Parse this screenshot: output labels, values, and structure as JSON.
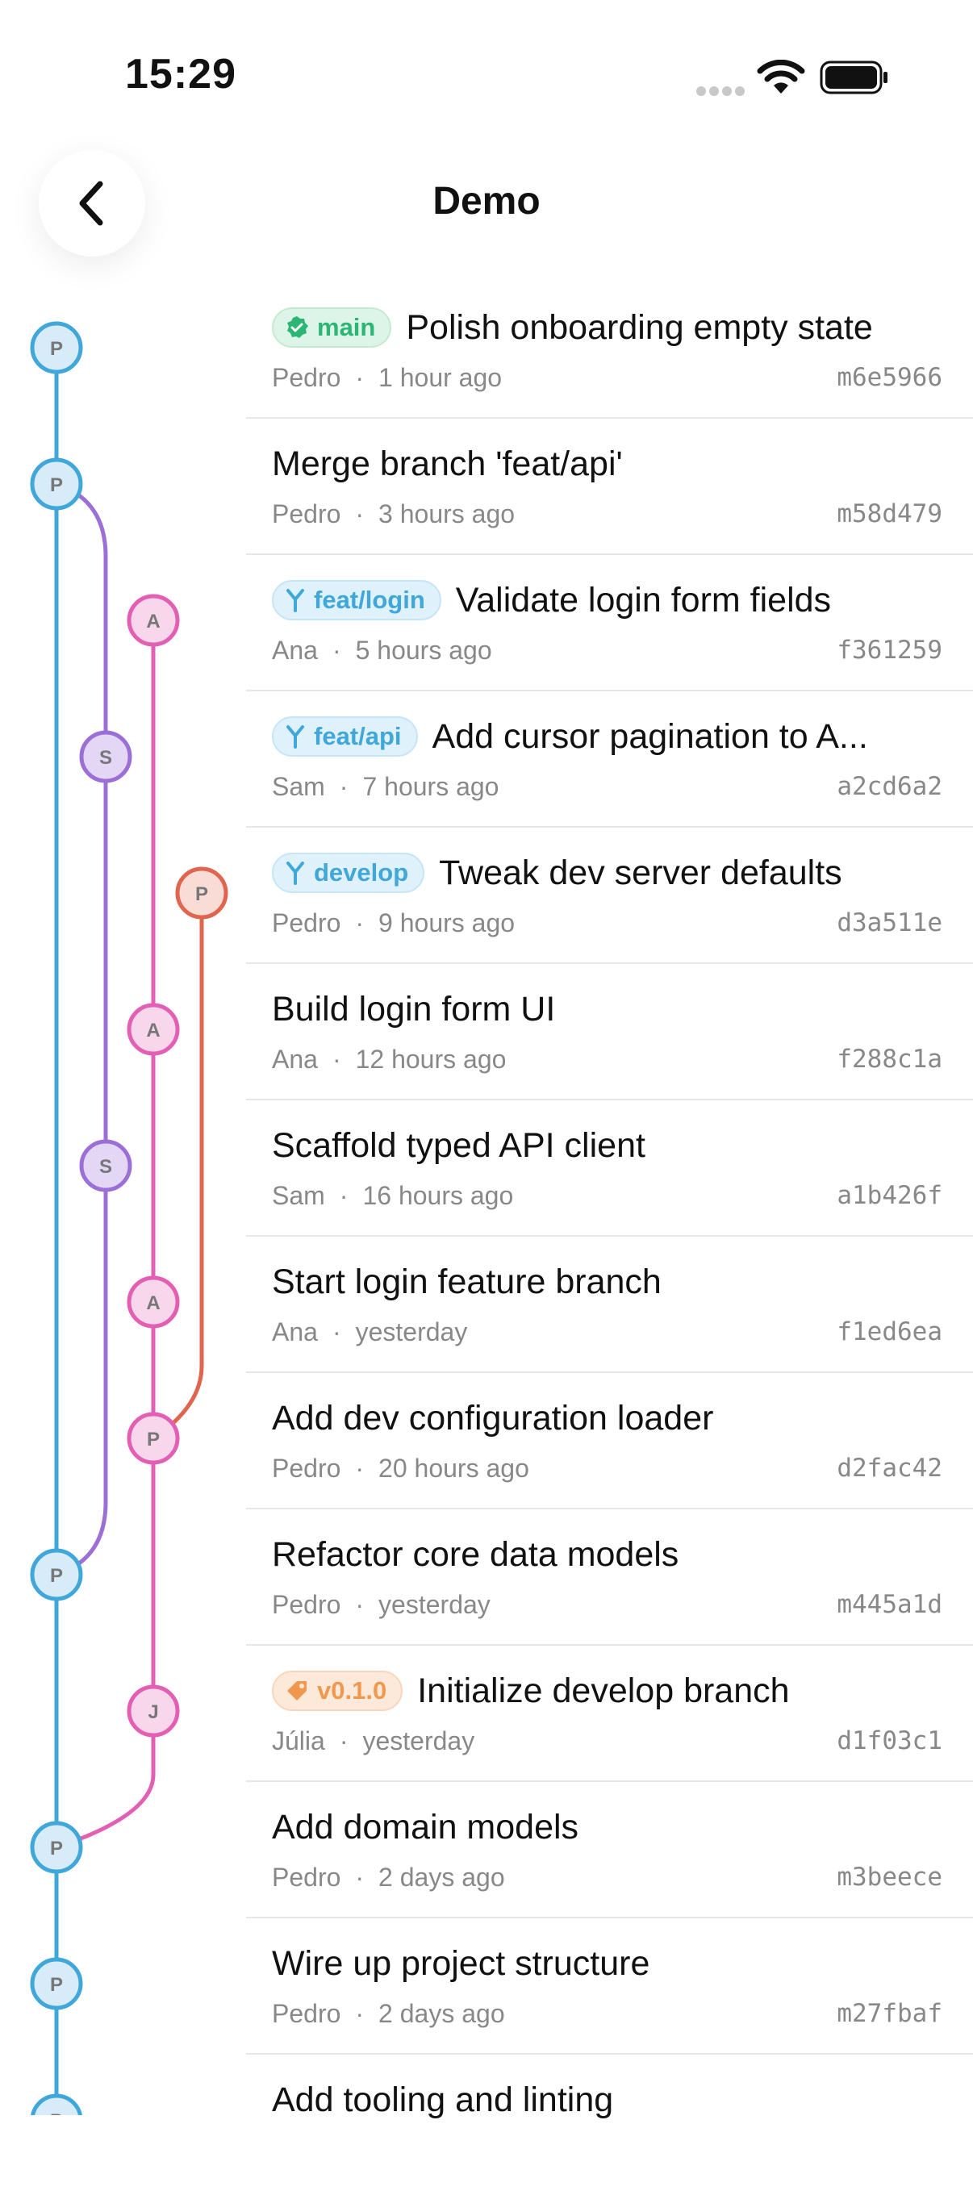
{
  "status": {
    "time": "15:29"
  },
  "nav": {
    "title": "Demo"
  },
  "commits": [
    {
      "title": "Polish onboarding empty state",
      "author": "Pedro",
      "ago": "1 hour ago",
      "sha": "m6e5966",
      "badge": {
        "label": "main",
        "type": "main"
      }
    },
    {
      "title": "Merge branch 'feat/api'",
      "author": "Pedro",
      "ago": "3 hours ago",
      "sha": "m58d479"
    },
    {
      "title": "Validate login form fields",
      "author": "Ana",
      "ago": "5 hours ago",
      "sha": "f361259",
      "badge": {
        "label": "feat/login",
        "type": "branch"
      }
    },
    {
      "title": "Add cursor pagination to A...",
      "author": "Sam",
      "ago": "7 hours ago",
      "sha": "a2cd6a2",
      "badge": {
        "label": "feat/api",
        "type": "branch"
      }
    },
    {
      "title": "Tweak dev server defaults",
      "author": "Pedro",
      "ago": "9 hours ago",
      "sha": "d3a511e",
      "badge": {
        "label": "develop",
        "type": "branch"
      }
    },
    {
      "title": "Build login form UI",
      "author": "Ana",
      "ago": "12 hours ago",
      "sha": "f288c1a"
    },
    {
      "title": "Scaffold typed API client",
      "author": "Sam",
      "ago": "16 hours ago",
      "sha": "a1b426f"
    },
    {
      "title": "Start login feature branch",
      "author": "Ana",
      "ago": "yesterday",
      "sha": "f1ed6ea"
    },
    {
      "title": "Add dev configuration loader",
      "author": "Pedro",
      "ago": "20 hours ago",
      "sha": "d2fac42"
    },
    {
      "title": "Refactor core data models",
      "author": "Pedro",
      "ago": "yesterday",
      "sha": "m445a1d"
    },
    {
      "title": "Initialize develop branch",
      "author": "Júlia",
      "ago": "yesterday",
      "sha": "d1f03c1",
      "badge": {
        "label": "v0.1.0",
        "type": "tag"
      }
    },
    {
      "title": "Add domain models",
      "author": "Pedro",
      "ago": "2 days ago",
      "sha": "m3beece"
    },
    {
      "title": "Wire up project structure",
      "author": "Pedro",
      "ago": "2 days ago",
      "sha": "m27fbaf"
    },
    {
      "title": "Add tooling and linting",
      "author": "",
      "ago": "",
      "sha": ""
    }
  ],
  "graph": {
    "lane_colors": [
      "#3fa7d9",
      "#9b6fd6",
      "#e35fb4",
      "#e0654f"
    ],
    "nodes": [
      {
        "row": 0,
        "lane": 0,
        "initial": "P"
      },
      {
        "row": 1,
        "lane": 0,
        "initial": "P"
      },
      {
        "row": 2,
        "lane": 2,
        "initial": "A"
      },
      {
        "row": 3,
        "lane": 1,
        "initial": "S"
      },
      {
        "row": 4,
        "lane": 3,
        "initial": "P"
      },
      {
        "row": 5,
        "lane": 2,
        "initial": "A"
      },
      {
        "row": 6,
        "lane": 1,
        "initial": "S"
      },
      {
        "row": 7,
        "lane": 2,
        "initial": "A"
      },
      {
        "row": 8,
        "lane": 2,
        "initial": "P"
      },
      {
        "row": 9,
        "lane": 0,
        "initial": "P"
      },
      {
        "row": 10,
        "lane": 2,
        "initial": "J"
      },
      {
        "row": 11,
        "lane": 0,
        "initial": "P"
      },
      {
        "row": 12,
        "lane": 0,
        "initial": "P"
      },
      {
        "row": 13,
        "lane": 0,
        "initial": "P"
      }
    ]
  },
  "icons": {
    "back": "chevron-left-icon",
    "main_badge": "verified-check-icon",
    "branch_badge": "branch-fork-icon",
    "tag_badge": "tag-icon"
  }
}
